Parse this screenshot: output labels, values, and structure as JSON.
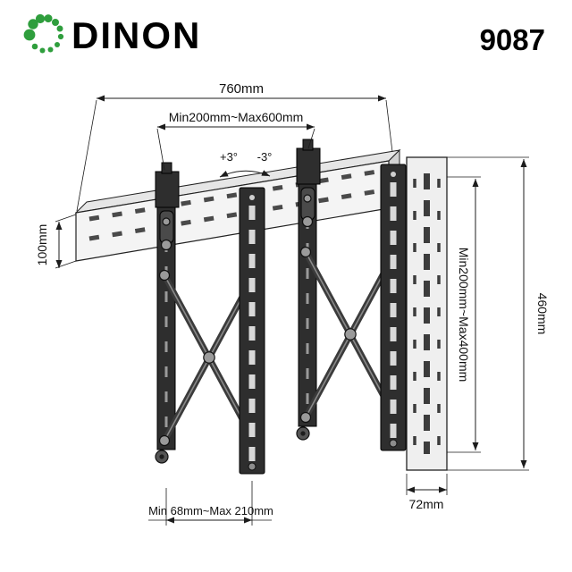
{
  "brand": {
    "name": "DINON",
    "model": "9087",
    "logo_color": "#2f9e3d"
  },
  "diagram": {
    "line_color": "#1c1c1c",
    "dimensions": {
      "total_width": "760mm",
      "horizontal_vesa_range": "Min200mm~Max600mm",
      "tilt_up": "+3°",
      "tilt_down": "-3°",
      "rail_height": "100mm",
      "vertical_vesa_range": "Min200mm~Max400mm",
      "bracket_height": "460mm",
      "bracket_width": "72mm",
      "depth_range": "Min 68mm~Max 210mm"
    }
  }
}
